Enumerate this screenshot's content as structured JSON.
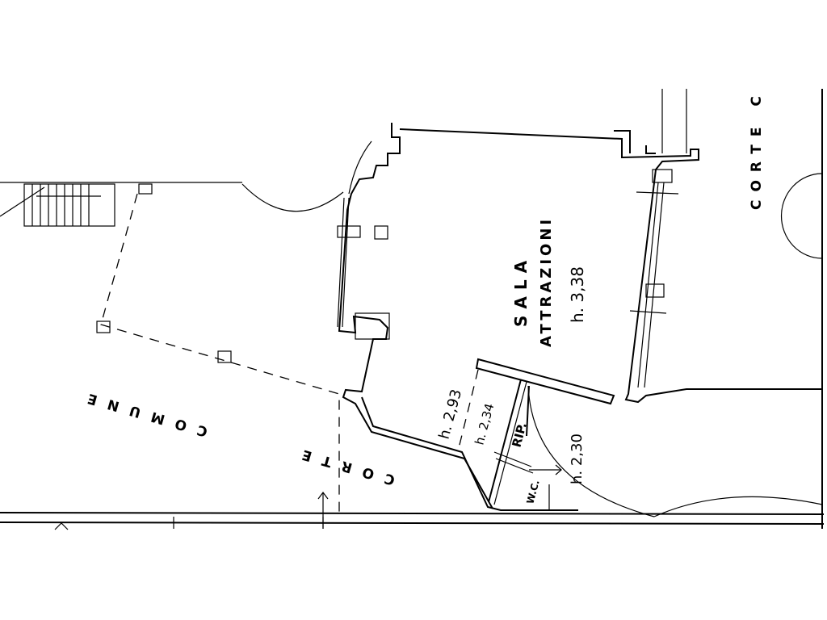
{
  "plan": {
    "room_name_line1": "SALA",
    "room_name_line2": "ATTRAZIONI",
    "room_height": "h. 3,38",
    "height_2": "h. 2,93",
    "height_3": "h. 2,34",
    "height_4": "h. 2,30",
    "storage_label": "RIP.",
    "wc_label": "W.C.",
    "courtyard_right": "CORTE C",
    "courtyard_bottom": "CORTE",
    "common_label": "COMUNE"
  }
}
